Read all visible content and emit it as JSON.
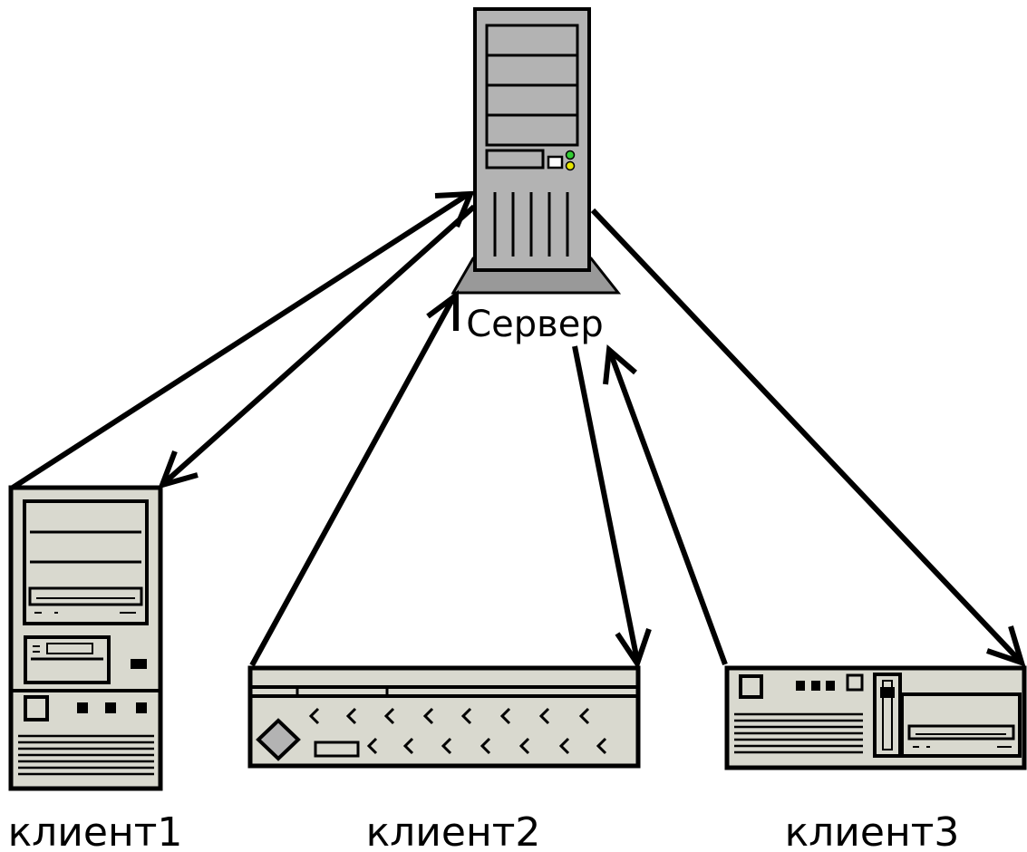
{
  "diagram": {
    "server": {
      "label": "Сервер"
    },
    "clients": [
      {
        "label": "клиент1"
      },
      {
        "label": "клиент2"
      },
      {
        "label": "клиент3"
      }
    ]
  },
  "colors": {
    "stroke": "#000000",
    "server_body": "#b3b3b3",
    "server_base": "#999999",
    "client_body": "#d9d9cf",
    "led_green": "#33cc33",
    "led_yellow": "#e6e600"
  },
  "icons": {
    "server": "tower-server-icon",
    "client1": "tower-pc-icon",
    "client2": "rack-unit-icon",
    "client3": "desktop-unit-icon"
  }
}
